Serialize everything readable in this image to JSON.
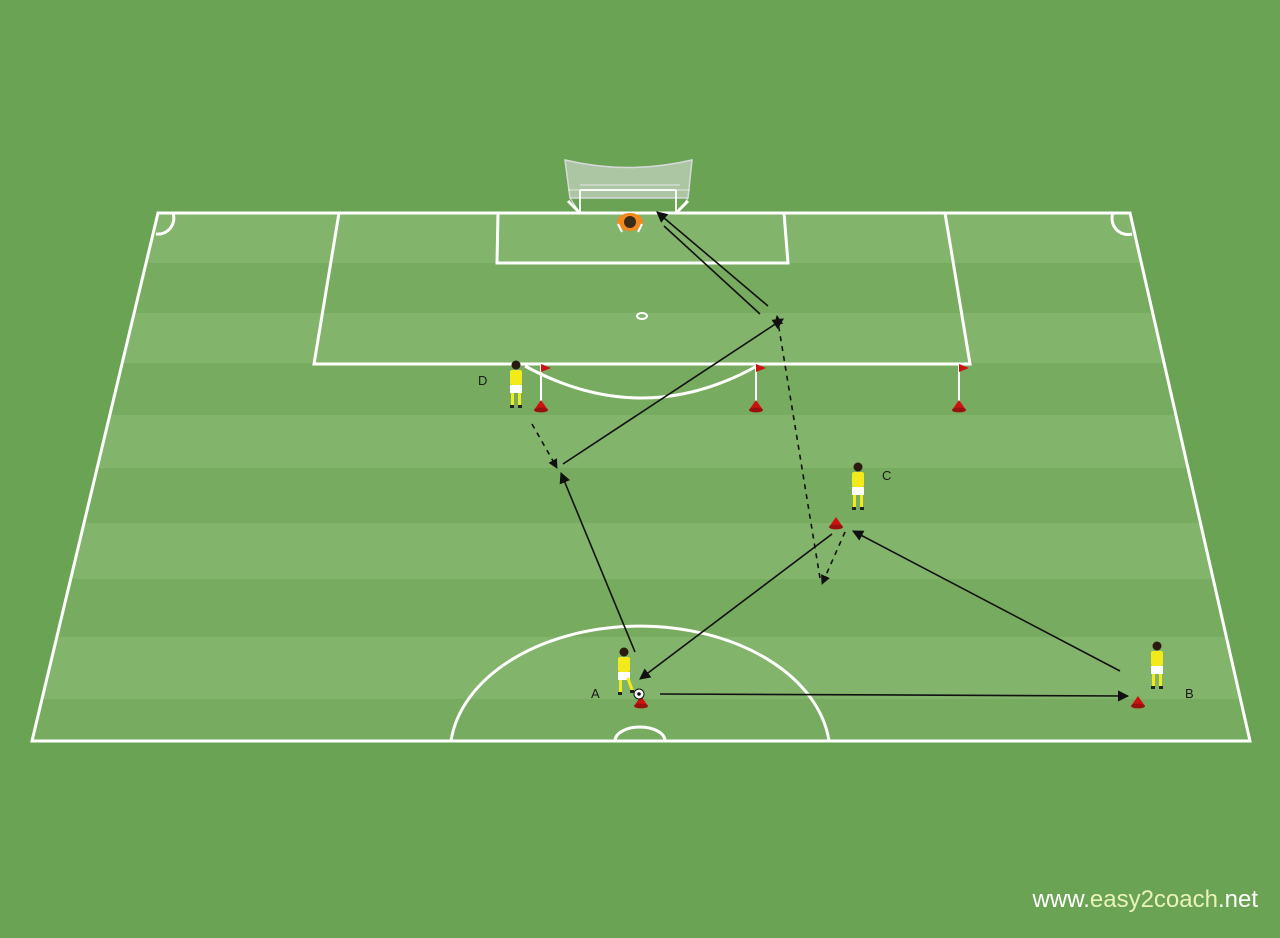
{
  "players": [
    {
      "name": "player-a",
      "label": "A"
    },
    {
      "name": "player-b",
      "label": "B"
    },
    {
      "name": "player-c",
      "label": "C"
    },
    {
      "name": "player-d",
      "label": "D"
    }
  ],
  "watermark": {
    "prefix": "www.",
    "brand": "easy2coach",
    "suffix": ".net"
  },
  "colors": {
    "background": "#6ba355",
    "stripe_light": "#83b46b",
    "stripe_dark": "#77ab5f",
    "lines": "#ffffff",
    "shirt": "#f2ea1a",
    "cone": "#cc1111",
    "goalkeeper": "#f08a1e",
    "arrow": "#111111"
  }
}
